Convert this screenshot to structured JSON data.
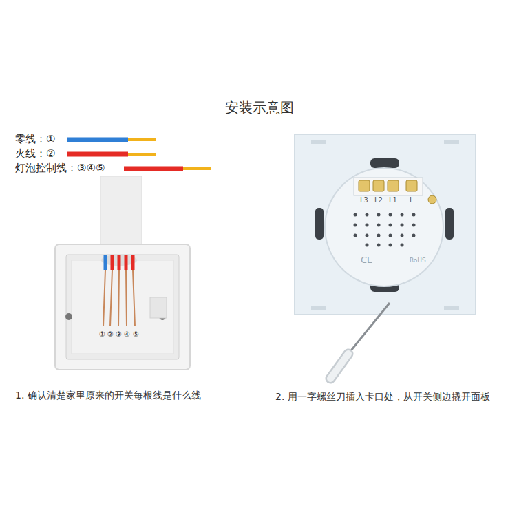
{
  "diagram": {
    "title": "安装示意图",
    "labels": [
      "①",
      "②",
      "③",
      "④",
      "⑤",
      "L3",
      "L2",
      "L1",
      "L",
      "CE",
      "RoHS",
      "1. 确认清楚家里原来的开关每根线是什么线",
      "2. 用一字螺丝刀插入卡口处，从开关侧边撬开面板"
    ],
    "legend": [
      {
        "text": "零线：①"
      },
      {
        "text": "火线：②"
      },
      {
        "text": "灯泡控制线：③④⑤"
      }
    ]
  }
}
